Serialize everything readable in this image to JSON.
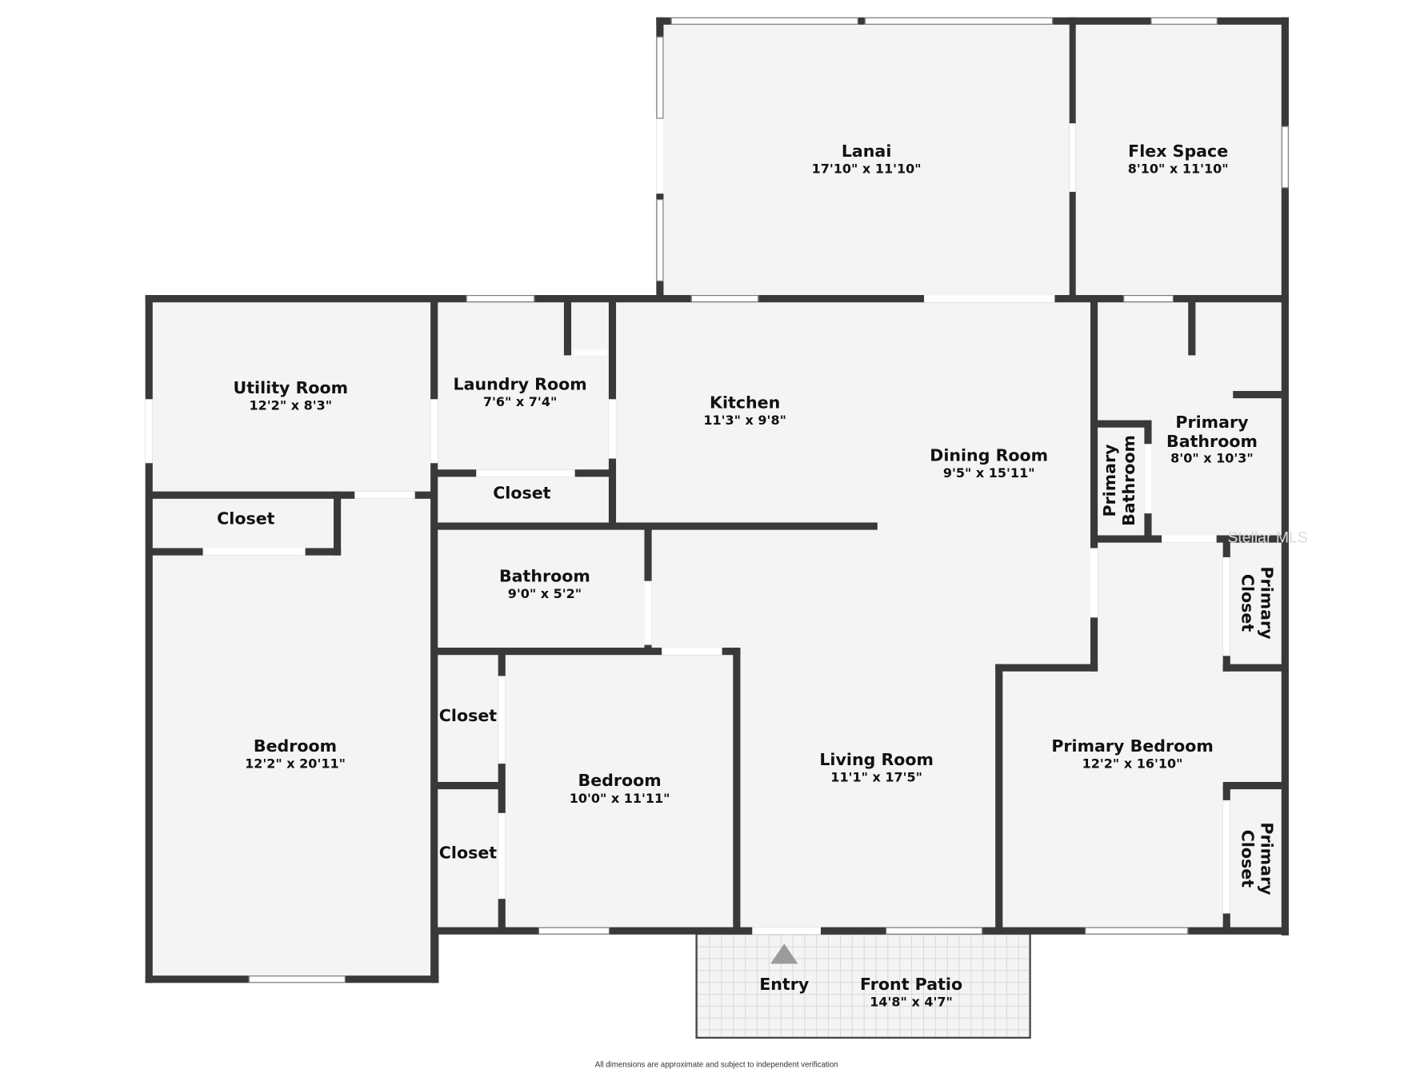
{
  "plan": {
    "rooms": [
      {
        "id": "lanai",
        "name": "Lanai",
        "dims": "17'10\" x 11'10\""
      },
      {
        "id": "flex",
        "name": "Flex Space",
        "dims": "8'10\" x 11'10\""
      },
      {
        "id": "utility",
        "name": "Utility Room",
        "dims": "12'2\" x 8'3\""
      },
      {
        "id": "laundry",
        "name": "Laundry Room",
        "dims": "7'6\" x 7'4\""
      },
      {
        "id": "kitchen",
        "name": "Kitchen",
        "dims": "11'3\" x 9'8\""
      },
      {
        "id": "dining",
        "name": "Dining Room",
        "dims": "9'5\" x 15'11\""
      },
      {
        "id": "primary_bath",
        "name": "Primary Bathroom",
        "dims": "8'0\" x 10'3\""
      },
      {
        "id": "primary_bath_small",
        "name": "Primary Bathroom",
        "dims": ""
      },
      {
        "id": "closet_laundry",
        "name": "Closet",
        "dims": ""
      },
      {
        "id": "closet_left",
        "name": "Closet",
        "dims": ""
      },
      {
        "id": "bathroom",
        "name": "Bathroom",
        "dims": "9'0\" x 5'2\""
      },
      {
        "id": "bedroom_left",
        "name": "Bedroom",
        "dims": "12'2\" x 20'11\""
      },
      {
        "id": "closet_mid1",
        "name": "Closet",
        "dims": ""
      },
      {
        "id": "closet_mid2",
        "name": "Closet",
        "dims": ""
      },
      {
        "id": "bedroom_mid",
        "name": "Bedroom",
        "dims": "10'0\" x 11'11\""
      },
      {
        "id": "living",
        "name": "Living Room",
        "dims": "11'1\" x 17'5\""
      },
      {
        "id": "primary_closet1",
        "name": "Primary Closet",
        "dims": ""
      },
      {
        "id": "primary_closet2",
        "name": "Primary Closet",
        "dims": ""
      },
      {
        "id": "primary_bedroom",
        "name": "Primary Bedroom",
        "dims": "12'2\" x 16'10\""
      },
      {
        "id": "front_patio",
        "name": "Front Patio",
        "dims": "14'8\" x 4'7\""
      },
      {
        "id": "entry",
        "name": "Entry",
        "dims": ""
      }
    ],
    "primary_bath_small_lines": [
      "Primary",
      "Bathroom"
    ],
    "primary_closet_lines": [
      "Primary",
      "Closet"
    ],
    "primary_bath_lines": [
      "Primary",
      "Bathroom"
    ],
    "footer_note": "All dimensions are approximate and subject to independent verification",
    "watermark": "Stellar MLS",
    "colors": {
      "wall": "#393939",
      "floor": "#f4f4f4",
      "entry_arrow": "#9b9b9b"
    }
  }
}
